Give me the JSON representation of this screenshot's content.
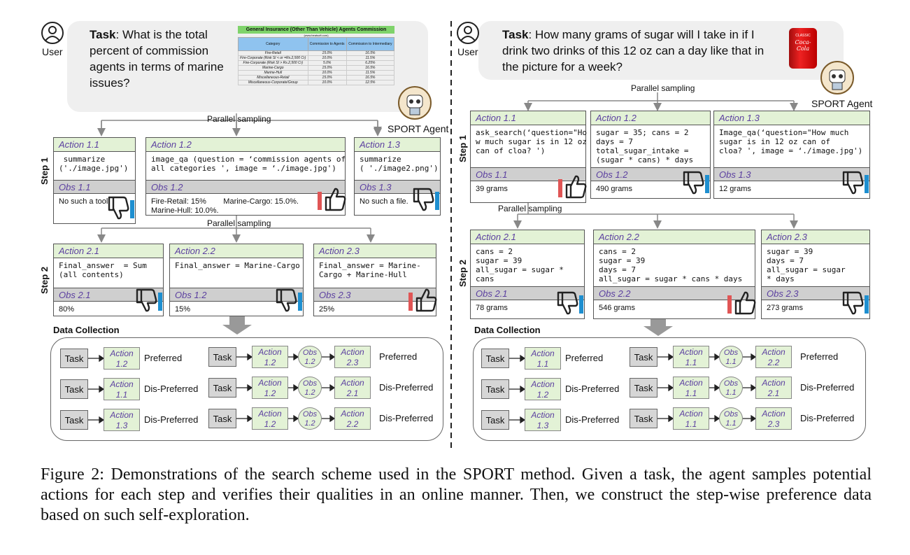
{
  "left": {
    "user_label": "User",
    "task_label": "Task",
    "task_text": ": What is the total percent of commission agents in terms of marine issues?",
    "table": {
      "title": "General Insurance (Other Than Vehicle) Agents Commission",
      "subtitle": "(www.beatsoft.com)",
      "headers": [
        "Category",
        "Commission to Agents",
        "Commission to Intermediary"
      ],
      "rows": [
        [
          "Fire-Retail",
          "15.0%",
          "16.5%"
        ],
        [
          "Fire-Corporate (Risk SI < or =Rs.2,500 Cr)",
          "10.0%",
          "11.5%"
        ],
        [
          "Fire-Corporate (Risk SI > Rs.2,500 Cr)",
          "5.0%",
          "6.25%"
        ],
        [
          "Marine-Cargo",
          "15.0%",
          "16.5%"
        ],
        [
          "Marine-Hull",
          "10.0%",
          "11.5%"
        ],
        [
          "Miscellaneous-Retail",
          "15.0%",
          "16.5%"
        ],
        [
          "Miscellaneous-Corporate/Group",
          "10.0%",
          "12.5%"
        ]
      ]
    },
    "agent_label": "SPORT Agent",
    "parallel1": "Parallel   sampling",
    "parallel2": "Parallel   sampling",
    "step1_label": "Step 1",
    "step2_label": "Step 2",
    "step1": [
      {
        "action": "Action 1.1",
        "code": " summarize\n('./image.jpg')",
        "obs_label": "Obs 1.1",
        "obs": "No such a tool.",
        "thumb": "down"
      },
      {
        "action": "Action 1.2",
        "code": "image_qa (question = ‘commission agents of\nall categories ', image = ‘./image.jpg')",
        "obs_label": "Obs 1.2",
        "obs": "Fire-Retail: 15%        Marine-Cargo: 15.0%.\nMarine-Hull: 10.0%.",
        "thumb": "up"
      },
      {
        "action": "Action 1.3",
        "code": "summarize\n( './image2.png')",
        "obs_label": "Obs 1.3",
        "obs": "No such a file.",
        "thumb": "down"
      }
    ],
    "step2": [
      {
        "action": "Action 2.1",
        "code": "Final_answer  = Sum\n(all contents)",
        "obs_label": "Obs 2.1",
        "obs": "80%",
        "thumb": "down"
      },
      {
        "action": "Action 2.2",
        "code": "Final_answer = Marine-Cargo",
        "obs_label": "Obs 1.2",
        "obs": "15%",
        "thumb": "down"
      },
      {
        "action": "Action 2.3",
        "code": "Final_answer = Marine-\nCargo + Marine-Hull",
        "obs_label": "Obs 2.3",
        "obs": "25%",
        "thumb": "up"
      }
    ],
    "data_collection": "Data Collection",
    "pairs_left": [
      {
        "task": "Task",
        "action": "Action\n1.2",
        "label": "Preferred"
      },
      {
        "task": "Task",
        "action": "Action\n1.1",
        "label": "Dis-Preferred"
      },
      {
        "task": "Task",
        "action": "Action\n1.3",
        "label": "Dis-Preferred"
      }
    ],
    "pairs_right": [
      {
        "task": "Task",
        "a1": "Action\n1.2",
        "obs": "Obs\n1.2",
        "a2": "Action\n2.3",
        "label": "Preferred"
      },
      {
        "task": "Task",
        "a1": "Action\n1.2",
        "obs": "Obs\n1.2",
        "a2": "Action\n2.1",
        "label": "Dis-Preferred"
      },
      {
        "task": "Task",
        "a1": "Action\n1.2",
        "obs": "Obs\n1.2",
        "a2": "Action\n2.2",
        "label": "Dis-Preferred"
      }
    ]
  },
  "right": {
    "user_label": "User",
    "task_label": "Task",
    "task_text": ": How many grams of sugar will I take in if I drink two drinks of this 12 oz can a day like that in the picture for a week?",
    "can_text": "Coca-Cola",
    "can_small": "CLASSIC",
    "agent_label": "SPORT Agent",
    "parallel1": "Parallel   sampling",
    "parallel2": "Parallel   sampling",
    "step1_label": "Step 1",
    "step2_label": "Step 2",
    "step1": [
      {
        "action": "Action 1.1",
        "code": "ask_search(‘question=\"Ho\nw much sugar is in 12 oz\ncan of cloa? ')",
        "obs_label": "Obs 1.1",
        "obs": "39 grams",
        "thumb": "up"
      },
      {
        "action": "Action 1.2",
        "code": "sugar = 35; cans = 2\ndays = 7\ntotal_sugar_intake =\n(sugar * cans) * days",
        "obs_label": "Obs 1.2",
        "obs": "490 grams",
        "thumb": "down"
      },
      {
        "action": "Action 1.3",
        "code": "Image_qa(‘question=\"How much\nsugar is in 12 oz can of\ncloa? ', image = ‘./image.jpg')",
        "obs_label": "Obs 1.3",
        "obs": "12 grams",
        "thumb": "down"
      }
    ],
    "step2": [
      {
        "action": "Action 2.1",
        "code": "cans = 2\nsugar = 39\nall_sugar = sugar *\ncans",
        "obs_label": "Obs 2.1",
        "obs": "78 grams",
        "thumb": "down"
      },
      {
        "action": "Action 2.2",
        "code": "cans = 2\nsugar = 39\ndays = 7\nall_sugar = sugar * cans * days",
        "obs_label": "Obs 2.2",
        "obs": "546 grams",
        "thumb": "up"
      },
      {
        "action": "Action 2.3",
        "code": "sugar = 39\ndays = 7\nall_sugar = sugar\n* days",
        "obs_label": "Obs 2.3",
        "obs": "273 grams",
        "thumb": "down"
      }
    ],
    "data_collection": "Data Collection",
    "pairs_left": [
      {
        "task": "Task",
        "action": "Action\n1.1",
        "label": "Preferred"
      },
      {
        "task": "Task",
        "action": "Action\n1.2",
        "label": "Dis-Preferred"
      },
      {
        "task": "Task",
        "action": "Action\n1.3",
        "label": "Dis-Preferred"
      }
    ],
    "pairs_right": [
      {
        "task": "Task",
        "a1": "Action\n1.1",
        "obs": "Obs\n1.1",
        "a2": "Action\n2.2",
        "label": "Preferred"
      },
      {
        "task": "Task",
        "a1": "Action\n1.1",
        "obs": "Obs\n1.1",
        "a2": "Action\n2.1",
        "label": "Dis-Preferred"
      },
      {
        "task": "Task",
        "a1": "Action\n1.1",
        "obs": "Obs\n1.1",
        "a2": "Action\n2.3",
        "label": "Dis-Preferred"
      }
    ]
  },
  "caption": "Figure 2: Demonstrations of the search scheme used in the SPORT method. Given a task, the agent samples potential actions for each step and verifies their qualities in an online manner. Then, we construct the step-wise preference data based on such self-exploration.",
  "colors": {
    "action_header": "#e3f2d6",
    "obs_header": "#cfcfcf",
    "purple": "#5b3fa0",
    "up_bar": "#e05555",
    "down_bar": "#1e8fd0"
  }
}
